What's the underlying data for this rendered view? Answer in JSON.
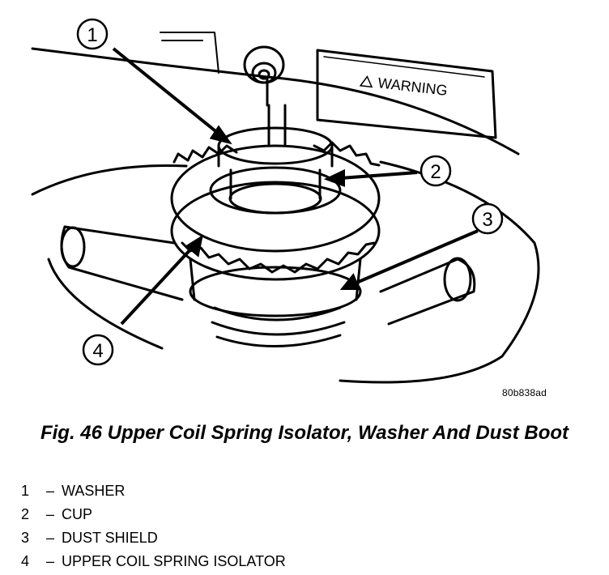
{
  "figure": {
    "warning_label": "WARNING",
    "callouts": [
      "1",
      "2",
      "3",
      "4"
    ],
    "image_code": "80b838ad"
  },
  "caption": "Fig. 46 Upper Coil Spring Isolator, Washer And Dust Boot",
  "legend": [
    {
      "number": "1",
      "separator": "–",
      "label": "WASHER"
    },
    {
      "number": "2",
      "separator": "–",
      "label": "CUP"
    },
    {
      "number": "3",
      "separator": "–",
      "label": "DUST SHIELD"
    },
    {
      "number": "4",
      "separator": "–",
      "label": "UPPER COIL SPRING ISOLATOR"
    }
  ]
}
